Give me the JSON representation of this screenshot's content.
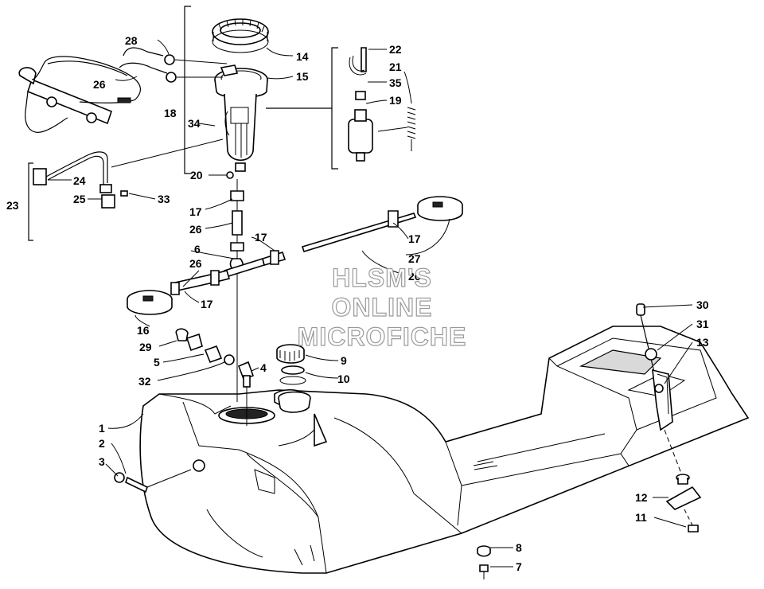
{
  "callouts": {
    "c1": "1",
    "c2": "2",
    "c3": "3",
    "c4": "4",
    "c5": "5",
    "c6": "6",
    "c7": "7",
    "c8": "8",
    "c9": "9",
    "c10": "10",
    "c11": "11",
    "c12": "12",
    "c13": "13",
    "c14": "14",
    "c15": "15",
    "c16": "16",
    "c17a": "17",
    "c17b": "17",
    "c17c": "17",
    "c17d": "17",
    "c18": "18",
    "c19": "19",
    "c20": "20",
    "c21": "21",
    "c22": "22",
    "c23": "23",
    "c24": "24",
    "c25": "25",
    "c26a": "26",
    "c26b": "26",
    "c26c": "26",
    "c26d": "26",
    "c27": "27",
    "c28": "28",
    "c29": "29",
    "c30": "30",
    "c31": "31",
    "c32": "32",
    "c33": "33",
    "c34": "34",
    "c35": "35"
  },
  "watermark": {
    "line1": "HLSM'S",
    "line2": "ONLINE",
    "line3": "MICROFICHE"
  }
}
